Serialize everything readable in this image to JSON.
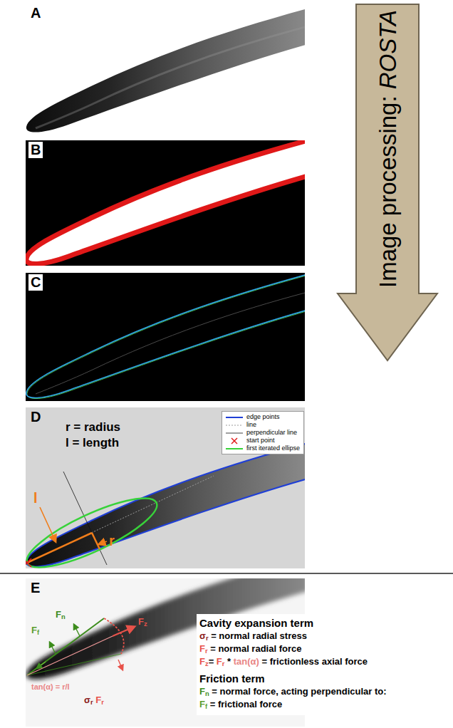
{
  "diagram": {
    "nodes": [
      {
        "text": [
          "Image processing: ROSTA"
        ]
      }
    ],
    "labels": [
      "A",
      "B",
      "C",
      "D",
      "r = radius",
      "l = length",
      "l",
      "r",
      "E",
      "Fn",
      "Ff",
      "Fz",
      "tan(α) = r/l",
      "σr Fr",
      "Cavity expansion term",
      "σr = normal radial stress",
      "Fr = normal radial force",
      "Fz= Fr * tan(α) = frictionless axial force",
      "Friction term",
      "Fn = normal force, acting perpendicular to:",
      "Ff = frictional force"
    ],
    "legend": [
      {
        "text": "edge points"
      },
      {
        "text": "line"
      },
      {
        "text": "perpendicular line"
      },
      {
        "text": "start point"
      },
      {
        "text": "first iterated ellipse"
      }
    ]
  }
}
